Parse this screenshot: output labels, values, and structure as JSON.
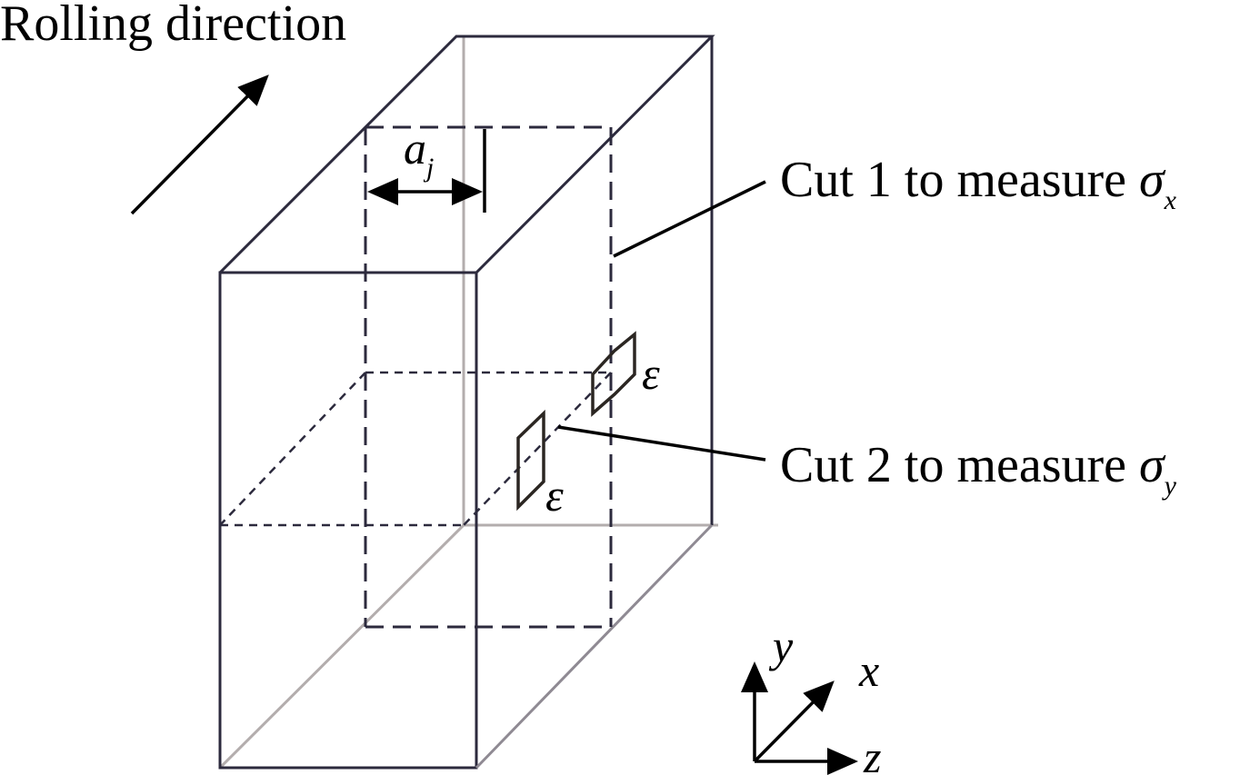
{
  "labels": {
    "rolling_direction": "Rolling direction",
    "a_main": "a",
    "a_sub": "j",
    "cut1_text": "Cut 1 to measure ",
    "cut1_symbol": "σ",
    "cut1_sub": "x",
    "cut2_text": "Cut 2 to measure ",
    "cut2_symbol": "σ",
    "cut2_sub": "y",
    "strain_gauge_1": "ε",
    "strain_gauge_2": "ε"
  },
  "axes": {
    "y": "y",
    "x": "x",
    "z": "z"
  },
  "colors": {
    "front_edges": "#2c2a3d",
    "hidden_edges": "#b3adad",
    "text": "#000000"
  }
}
